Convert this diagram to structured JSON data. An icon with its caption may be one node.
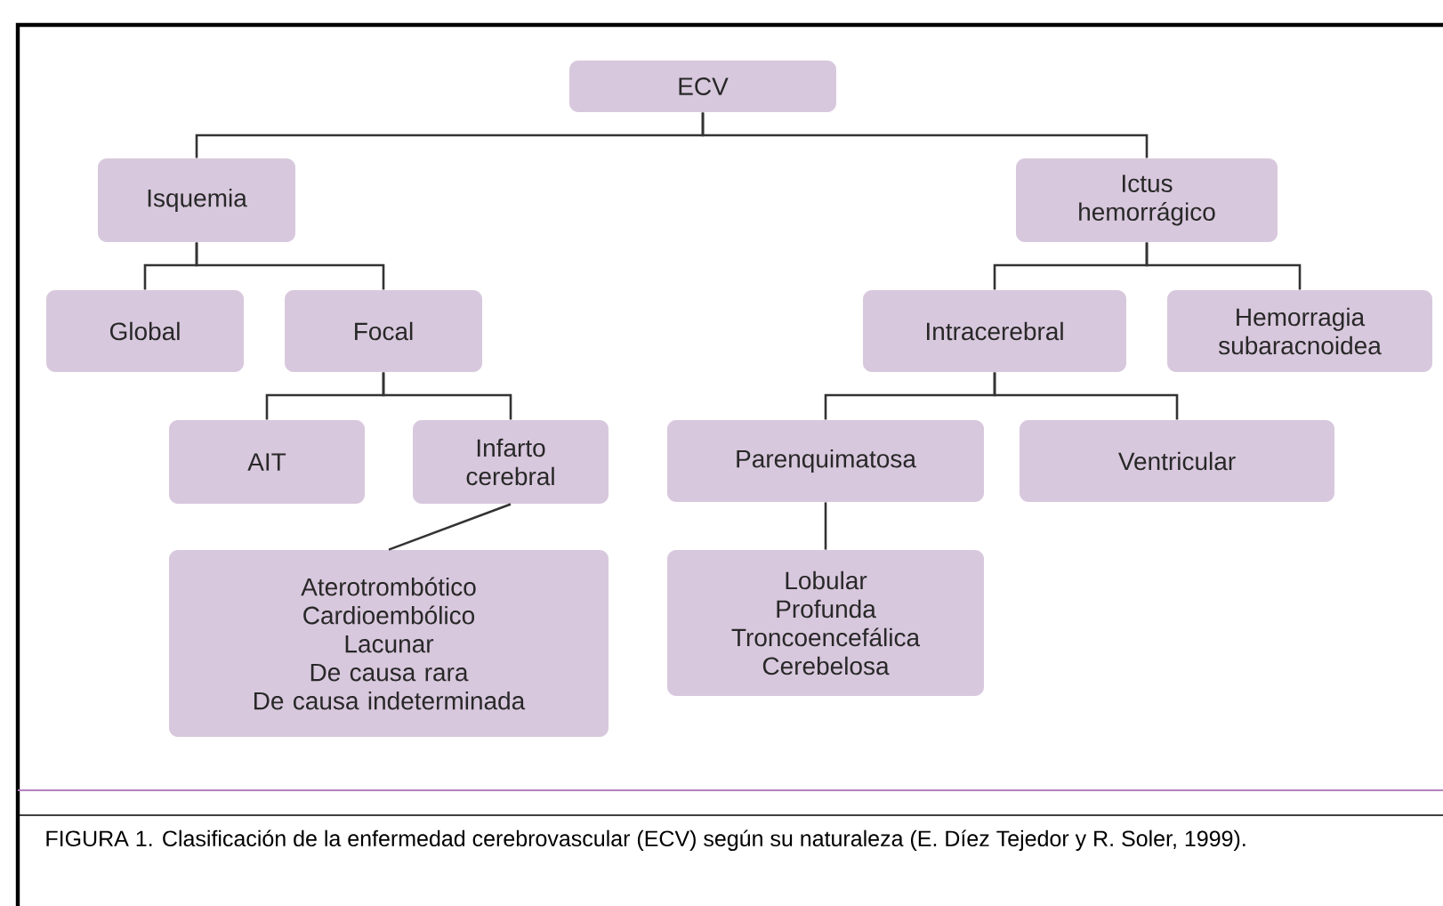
{
  "diagram": {
    "caption": "FIGURA 1. Clasificación de la enfermedad cerebrovascular (ECV) según su naturaleza (E. Díez Tejedor y R. Soler, 1999).",
    "nodes": [
      {
        "text": [
          "ECV"
        ]
      },
      {
        "text": [
          "Isquemia"
        ]
      },
      {
        "text": [
          "Ictus hemorrágico"
        ]
      },
      {
        "text": [
          "Global"
        ]
      },
      {
        "text": [
          "Focal"
        ]
      },
      {
        "text": [
          "Intracerebral"
        ]
      },
      {
        "text": [
          "Hemorragia subaracnoidea"
        ]
      },
      {
        "text": [
          "AIT"
        ]
      },
      {
        "text": [
          "Infarto cerebral"
        ]
      },
      {
        "text": [
          "Parenquimatosa"
        ]
      },
      {
        "text": [
          "Ventricular"
        ]
      },
      {
        "text": [
          "Aterotrombótico",
          "Cardioembólico",
          "Lacunar",
          "De causa rara",
          "De causa indeterminada"
        ]
      },
      {
        "text": [
          "Lobular",
          "Profunda",
          "Troncoencefálica",
          "Cerebelosa"
        ]
      }
    ],
    "edges": [
      {
        "from": 0,
        "to": 1,
        "arrow": "none"
      },
      {
        "from": 0,
        "to": 2,
        "arrow": "none"
      },
      {
        "from": 1,
        "to": 3,
        "arrow": "none"
      },
      {
        "from": 1,
        "to": 4,
        "arrow": "none"
      },
      {
        "from": 2,
        "to": 5,
        "arrow": "none"
      },
      {
        "from": 2,
        "to": 6,
        "arrow": "none"
      },
      {
        "from": 4,
        "to": 7,
        "arrow": "none"
      },
      {
        "from": 4,
        "to": 8,
        "arrow": "none"
      },
      {
        "from": 5,
        "to": 9,
        "arrow": "none"
      },
      {
        "from": 5,
        "to": 10,
        "arrow": "none"
      },
      {
        "from": 8,
        "to": 11,
        "arrow": "none"
      },
      {
        "from": 9,
        "to": 12,
        "arrow": "none"
      }
    ]
  }
}
